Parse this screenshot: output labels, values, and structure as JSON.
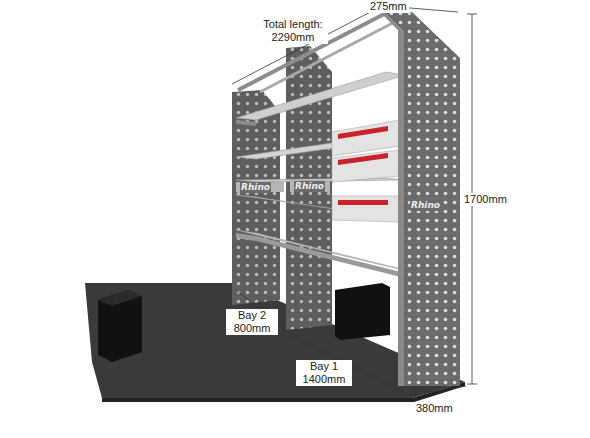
{
  "diagram": {
    "labels": [
      "Total length: 2290mm",
      "275mm",
      "1700mm",
      "Bay 2 800mm",
      "Bay 1 1400mm",
      "380mm",
      "Rhino",
      "Rhino",
      "Rhino"
    ]
  }
}
